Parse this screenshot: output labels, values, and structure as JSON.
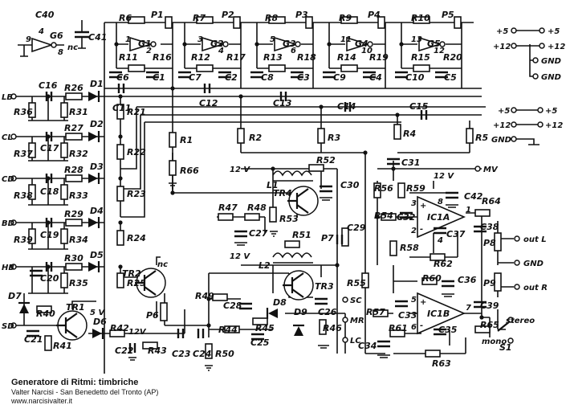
{
  "diagram": {
    "resistors": [
      {
        "label": "R6"
      },
      {
        "label": "R7"
      },
      {
        "label": "R8"
      },
      {
        "label": "R9"
      },
      {
        "label": "R10"
      },
      {
        "label": "R11"
      },
      {
        "label": "R16"
      },
      {
        "label": "R12"
      },
      {
        "label": "R17"
      },
      {
        "label": "R13"
      },
      {
        "label": "R18"
      },
      {
        "label": "R14"
      },
      {
        "label": "R19"
      },
      {
        "label": "R15"
      },
      {
        "label": "R20"
      },
      {
        "label": "R26"
      },
      {
        "label": "R27"
      },
      {
        "label": "R28"
      },
      {
        "label": "R29"
      },
      {
        "label": "R30"
      },
      {
        "label": "R36"
      },
      {
        "label": "R31"
      },
      {
        "label": "R37"
      },
      {
        "label": "R32"
      },
      {
        "label": "R38"
      },
      {
        "label": "R33"
      },
      {
        "label": "R39"
      },
      {
        "label": "R34"
      },
      {
        "label": "R35"
      },
      {
        "label": "R21"
      },
      {
        "label": "R22"
      },
      {
        "label": "R23"
      },
      {
        "label": "R24"
      },
      {
        "label": "R25"
      },
      {
        "label": "R1"
      },
      {
        "label": "R66"
      },
      {
        "label": "R2"
      },
      {
        "label": "R3"
      },
      {
        "label": "R4"
      },
      {
        "label": "R5"
      },
      {
        "label": "R52"
      },
      {
        "label": "R53"
      },
      {
        "label": "R47"
      },
      {
        "label": "R48"
      },
      {
        "label": "R51"
      },
      {
        "label": "R49"
      },
      {
        "label": "R44"
      },
      {
        "label": "R45"
      },
      {
        "label": "R46"
      },
      {
        "label": "R50"
      },
      {
        "label": "R56"
      },
      {
        "label": "R59"
      },
      {
        "label": "R54"
      },
      {
        "label": "R57"
      },
      {
        "label": "R58"
      },
      {
        "label": "R55"
      },
      {
        "label": "R60"
      },
      {
        "label": "R62"
      },
      {
        "label": "R61"
      },
      {
        "label": "R63"
      },
      {
        "label": "R64"
      },
      {
        "label": "R65"
      },
      {
        "label": "R40"
      },
      {
        "label": "R41"
      },
      {
        "label": "R42"
      },
      {
        "label": "R43"
      }
    ],
    "capacitors": [
      {
        "label": "C40"
      },
      {
        "label": "C41"
      },
      {
        "label": "C6"
      },
      {
        "label": "C1"
      },
      {
        "label": "C7"
      },
      {
        "label": "C2"
      },
      {
        "label": "C8"
      },
      {
        "label": "C3"
      },
      {
        "label": "C9"
      },
      {
        "label": "C4"
      },
      {
        "label": "C10"
      },
      {
        "label": "C5"
      },
      {
        "label": "C11"
      },
      {
        "label": "C12"
      },
      {
        "label": "C13"
      },
      {
        "label": "C14"
      },
      {
        "label": "C15"
      },
      {
        "label": "C16"
      },
      {
        "label": "C17"
      },
      {
        "label": "C18"
      },
      {
        "label": "C19"
      },
      {
        "label": "C20"
      },
      {
        "label": "C31"
      },
      {
        "label": "C30"
      },
      {
        "label": "C27"
      },
      {
        "label": "C29"
      },
      {
        "label": "C42"
      },
      {
        "label": "C32"
      },
      {
        "label": "C37"
      },
      {
        "label": "C38"
      },
      {
        "label": "C36"
      },
      {
        "label": "C33"
      },
      {
        "label": "C35"
      },
      {
        "label": "C34"
      },
      {
        "label": "C39"
      },
      {
        "label": "C28"
      },
      {
        "label": "C25"
      },
      {
        "label": "C26"
      },
      {
        "label": "C21"
      },
      {
        "label": "C22"
      },
      {
        "label": "C23"
      },
      {
        "label": "C24"
      }
    ],
    "potentiometers": [
      {
        "label": "P1"
      },
      {
        "label": "P2"
      },
      {
        "label": "P3"
      },
      {
        "label": "P4"
      },
      {
        "label": "P5"
      },
      {
        "label": "P6"
      },
      {
        "label": "P7"
      },
      {
        "label": "P8"
      },
      {
        "label": "P9"
      }
    ],
    "diodes": [
      {
        "label": "D1"
      },
      {
        "label": "D2"
      },
      {
        "label": "D3"
      },
      {
        "label": "D4"
      },
      {
        "label": "D5"
      },
      {
        "label": "D6"
      },
      {
        "label": "D7"
      },
      {
        "label": "D8"
      },
      {
        "label": "D9"
      }
    ],
    "transistors": [
      {
        "label": "TR1"
      },
      {
        "label": "TR2"
      },
      {
        "label": "TR3"
      },
      {
        "label": "TR4"
      }
    ],
    "gates": [
      {
        "label": "G1"
      },
      {
        "label": "G2"
      },
      {
        "label": "G3"
      },
      {
        "label": "G4"
      },
      {
        "label": "G5"
      },
      {
        "label": "G6"
      }
    ],
    "opamps": [
      {
        "label": "IC1A"
      },
      {
        "label": "IC1B"
      }
    ],
    "inductors": [
      {
        "label": "L1"
      },
      {
        "label": "L2"
      }
    ],
    "switch": {
      "label": "S1",
      "mono": "mono",
      "stereo": "stereo"
    },
    "inputs": [
      "LB",
      "CL",
      "CD",
      "BD",
      "HB",
      "SD"
    ],
    "outputs": {
      "mv": "MV",
      "sc": "SC",
      "mr": "MR",
      "lc": "LC",
      "out_l": "out L",
      "out_r": "out R",
      "gnd": "GND"
    },
    "supply": {
      "plus5": "+5",
      "plus12": "+12",
      "gnd": "GND",
      "v12": "12 V",
      "v5": "5 V",
      "v12b": "12V",
      "nc": "nc"
    },
    "pins": {
      "g1_in": "1",
      "g1_out": "2",
      "g2_in": "3",
      "g2_out": "4",
      "g3_in": "5",
      "g3_out": "6",
      "g4_in": "11",
      "g4_out": "10",
      "g5_in": "13",
      "g5_out": "12",
      "g6_in": "9",
      "g6_out": "8",
      "ic_p3": "3",
      "ic_p2": "2",
      "ic_p1": "1",
      "ic_p8": "8",
      "ic_p4": "4",
      "ic_p5": "5",
      "ic_p6": "6",
      "ic_p7": "7",
      "plus": "+",
      "minus": "-",
      "g6_top": "4"
    }
  },
  "footer": {
    "title": "Generatore di Ritmi: timbriche",
    "author": "Valter Narcisi - San Benedetto del Tronto (AP)",
    "site": "www.narcisivalter.it"
  }
}
